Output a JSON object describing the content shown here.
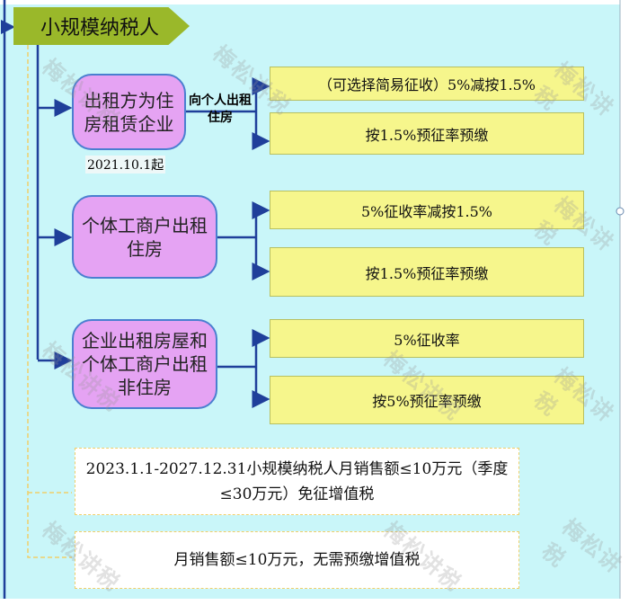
{
  "header": {
    "title": "小规模纳税人"
  },
  "branches": [
    {
      "label": "出租方为住房租赁企业",
      "note": "2021.10.1起",
      "edge_label": "向个人出租住房",
      "outcomes": [
        "（可选择简易征收）5%减按1.5%",
        "按1.5%预征率预缴"
      ]
    },
    {
      "label": "个体工商户出租住房",
      "outcomes": [
        "5%征收率减按1.5%",
        "按1.5%预征率预缴"
      ]
    },
    {
      "label": "企业出租房屋和个体工商户出租非住房",
      "outcomes": [
        "5%征收率",
        "按5%预征率预缴"
      ]
    }
  ],
  "notes": [
    "2023.1.1-2027.12.31小规模纳税人月销售额≤10万元（季度≤30万元）免征增值税",
    "月销售额≤10万元，无需预缴增值税"
  ],
  "watermark": "梅松讲税",
  "colors": {
    "background": "#c9f6f9",
    "header": "#9ab82a",
    "node": "#e5a3f3",
    "outcome": "#f6f68c",
    "line": "#1f3f9a"
  }
}
